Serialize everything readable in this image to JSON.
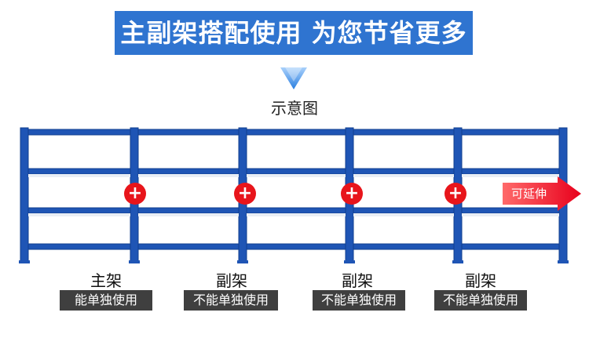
{
  "banner": {
    "title": "主副架搭配使用 为您节省更多"
  },
  "subtitle": "示意图",
  "extend_label": "可延伸",
  "units": [
    {
      "name": "主架",
      "note": "能单独使用"
    },
    {
      "name": "副架",
      "note": "不能单独使用"
    },
    {
      "name": "副架",
      "note": "不能单独使用"
    },
    {
      "name": "副架",
      "note": "不能单独使用"
    }
  ],
  "colors": {
    "banner": "#2f74d0",
    "shelf": "#1f55b5",
    "plus": "#e8151b",
    "tag": "#3f3f3f"
  },
  "icons": [
    "chevron-down-icon",
    "plus-icon",
    "arrow-right-icon"
  ]
}
